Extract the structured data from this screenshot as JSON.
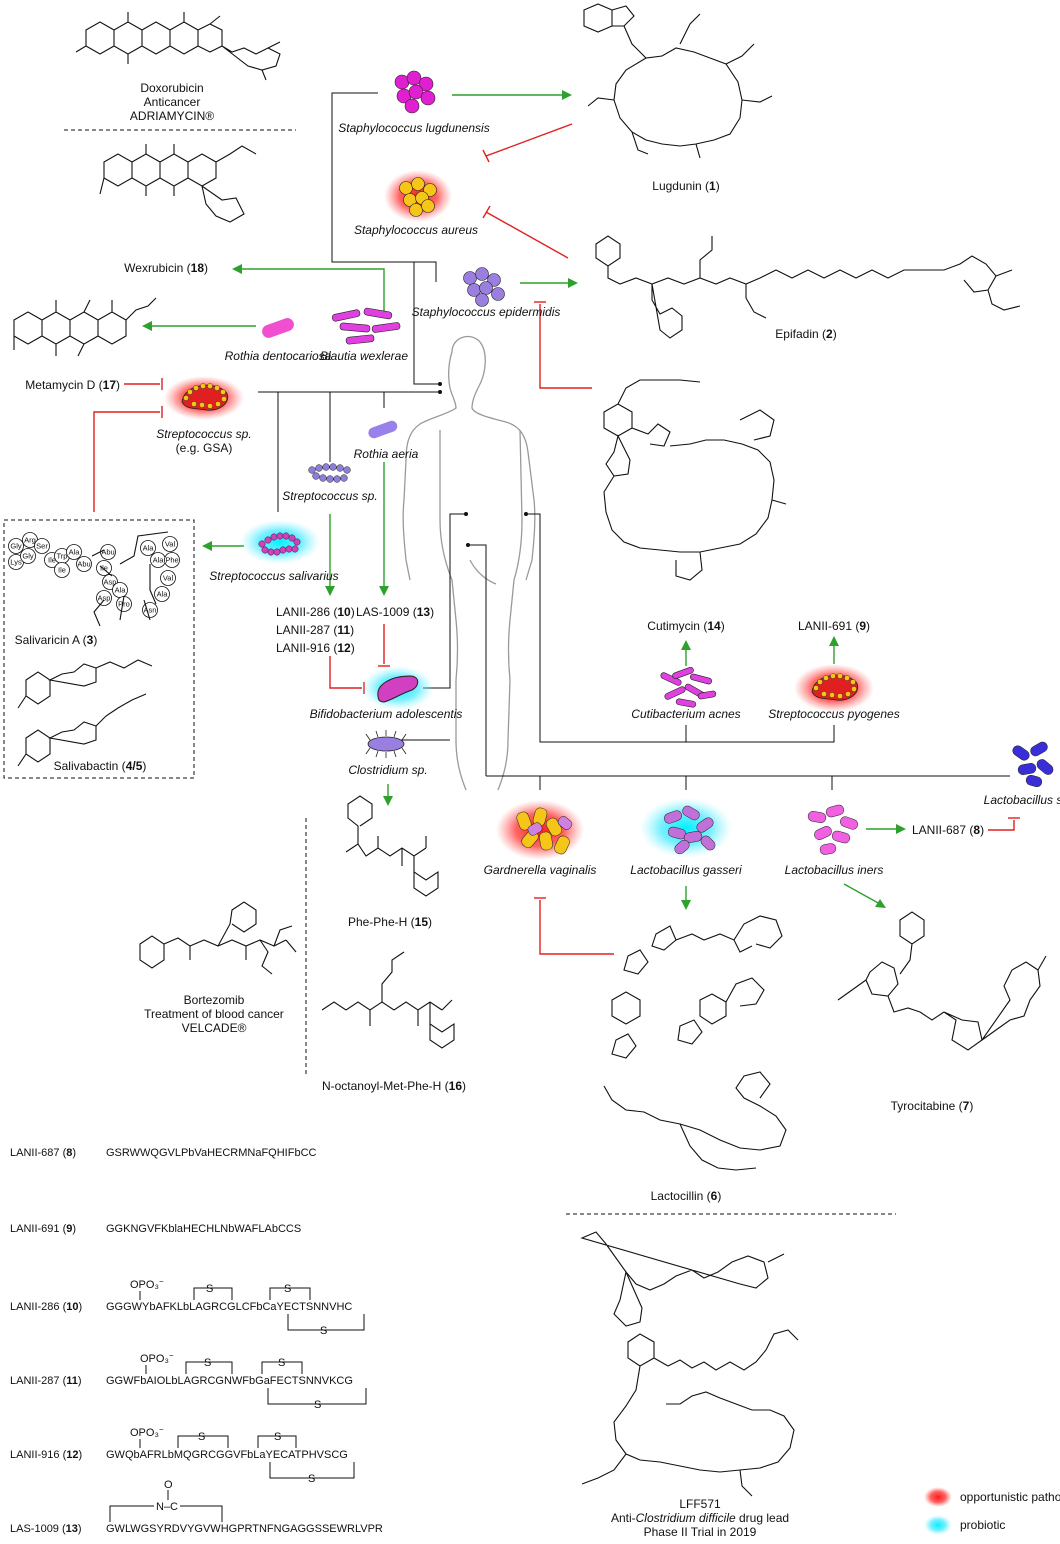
{
  "colors": {
    "pathogen_glow": "#ff2020",
    "probiotic_glow": "#00e5ff",
    "inhibition": "#e02020",
    "production": "#2ea02e",
    "staph_lug": "#e020d0",
    "staph_aureus": "#f5c518",
    "staph_epi": "#9b7fe0",
    "rothia": "#f050d0",
    "blautia": "#e040e0",
    "rothia_aeria": "#9a80ea",
    "strep_chain": "#8c7fd8",
    "bifido": "#d040c0",
    "clostridium": "#9a7fe0",
    "cutibacterium": "#e040e0",
    "lacto_sp": "#3a2fd6",
    "lacto_iners": "#f060e0"
  },
  "organisms": {
    "staph_lugdunensis": "Staphylococcus lugdunensis",
    "staph_aureus": "Staphylococcus aureus",
    "staph_epidermidis": "Staphylococcus epidermidis",
    "rothia_dentocariosa": "Rothia dentocariosa",
    "blautia_wexlerae": "Blautia wexlerae",
    "strep_sp_line1": "Streptococcus sp.",
    "strep_sp_line2": "(e.g. GSA)",
    "rothia_aeria": "Rothia aeria",
    "strep_sp": "Streptococcus sp.",
    "strep_salivarius": "Streptococcus salivarius",
    "bifido": "Bifidobacterium adolescentis",
    "clostridium": "Clostridium sp.",
    "cutibacterium": "Cutibacterium acnes",
    "strep_pyogenes": "Streptococcus pyogenes",
    "gardnerella": "Gardnerella vaginalis",
    "lacto_gasseri": "Lactobacillus gasseri",
    "lacto_iners": "Lactobacillus iners",
    "lacto_sp": "Lactobacillus sp."
  },
  "compounds": {
    "doxorubicin_1": "Doxorubicin",
    "doxorubicin_2": "Anticancer",
    "doxorubicin_3": "ADRIAMYCIN®",
    "wexrubicin": "Wexrubicin",
    "wexrubicin_n": "18",
    "metamycin": "Metamycin D",
    "metamycin_n": "17",
    "lugdunin": "Lugdunin",
    "lugdunin_n": "1",
    "epifadin": "Epifadin",
    "epifadin_n": "2",
    "cutimycin": "Cutimycin",
    "cutimycin_n": "14",
    "lanii691": "LANII-691",
    "lanii691_n": "9",
    "salivaricin": "Salivaricin A",
    "salivaricin_n": "3",
    "salivabactin": "Salivabactin",
    "salivabactin_n": "4/5",
    "lanii286": "LANII-286",
    "lanii286_n": "10",
    "lanii287": "LANII-287",
    "lanii287_n": "11",
    "lanii916": "LANII-916",
    "lanii916_n": "12",
    "las1009": "LAS-1009",
    "las1009_n": "13",
    "phephe": "Phe-Phe-H",
    "phephe_n": "15",
    "octanoyl": "N-octanoyl-Met-Phe-H",
    "octanoyl_n": "16",
    "bortezomib_1": "Bortezomib",
    "bortezomib_2": "Treatment of blood cancer",
    "bortezomib_3": "VELCADE®",
    "lanii687": "LANII-687",
    "lanii687_n": "8",
    "lactocillin": "Lactocillin",
    "lactocillin_n": "6",
    "tyrocitabine": "Tyrocitabine",
    "tyrocitabine_n": "7",
    "lff571_1": "LFF571",
    "lff571_2a": "Anti-",
    "lff571_2b": "Clostridium difficile",
    "lff571_2c": " drug lead",
    "lff571_3": "Phase II Trial in 2019"
  },
  "salivaricin_residues": [
    "Gly",
    "Arg",
    "Ser",
    "Lys",
    "Gly",
    "Ile",
    "Trp",
    "Ala",
    "Ile",
    "Abu",
    "Abu",
    "Ile",
    "Asp",
    "Asp",
    "Ala",
    "Pro",
    "Ala",
    "Val",
    "Ala",
    "Phe",
    "Val",
    "Ala",
    "Asn"
  ],
  "sequences": [
    {
      "label": "LANII-687",
      "n": "8",
      "seq": "GSRWWQGVLPbVaHECRMNaFQHIFbCC"
    },
    {
      "label": "LANII-691",
      "n": "9",
      "seq": "GGKNGVFKblaHECHLNbWAFLAbCCS"
    },
    {
      "label": "LANII-286",
      "n": "10",
      "seq": "GGGWYbAFKLbLAGRCGLCFbCaYECTSNNVHC"
    },
    {
      "label": "LANII-287",
      "n": "11",
      "seq": "GGWFbAIOLbLAGRCGNWFbGaFECTSNNVKCG"
    },
    {
      "label": "LANII-916",
      "n": "12",
      "seq": "GWQbAFRLbMQGRCGGVFbLaYECATPHVSCG"
    },
    {
      "label": "LAS-1009",
      "n": "13",
      "seq": "GWLWGSYRDVYGVWHGPRTNFNGAGGSSEWRLVPR"
    }
  ],
  "seq_marks": {
    "opo3": "OPO₃",
    "opo3_charge": "−",
    "s": "S",
    "nc": "N–C",
    "o": "O"
  },
  "legend": {
    "pathogen": "opportunistic pathogens",
    "probiotic": "probiotic"
  }
}
